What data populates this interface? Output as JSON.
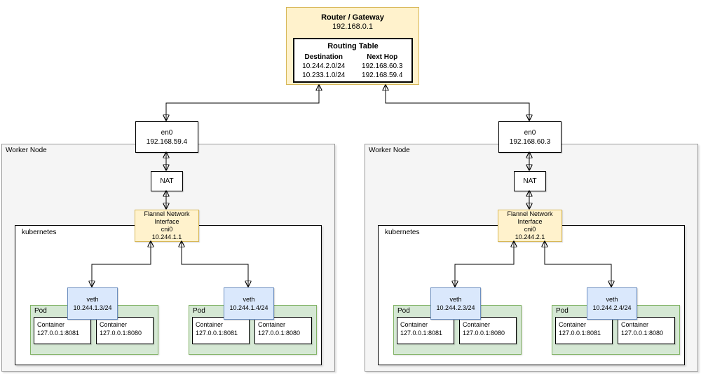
{
  "palette": {
    "yellow_fill": "#FFF2CC",
    "yellow_border": "#D6B656",
    "blue_fill": "#DAE8FC",
    "blue_border": "#6C8EBF",
    "green_fill": "#D5E8D4",
    "green_border": "#82B366",
    "node_fill": "#F5F5F5",
    "node_border": "#999999",
    "box_fill": "#FFFFFF",
    "box_border": "#000000"
  },
  "router": {
    "title": "Router / Gateway",
    "ip": "192.168.0.1",
    "routing_table": {
      "title": "Routing Table",
      "columns": [
        "Destination",
        "Next Hop"
      ],
      "rows": [
        [
          "10.244.2.0/24",
          "192.168.60.3"
        ],
        [
          "10.233.1.0/24",
          "192.168.59.4"
        ]
      ]
    }
  },
  "nodes": [
    {
      "label": "Worker Node",
      "en0": {
        "name": "en0",
        "ip": "192.168.59.4"
      },
      "nat_label": "NAT",
      "flannel": {
        "name": "Flannel Network Interface",
        "dev": "cni0",
        "ip": "10.244.1.1"
      },
      "cluster_label": "kubernetes",
      "pods": [
        {
          "label": "Pod",
          "veth": {
            "name": "veth",
            "cidr": "10.244.1.3/24"
          },
          "containers": [
            {
              "label": "Container",
              "addr": "127.0.0.1:8081"
            },
            {
              "label": "Container",
              "addr": "127.0.0.1:8080"
            }
          ]
        },
        {
          "label": "Pod",
          "veth": {
            "name": "veth",
            "cidr": "10.244.1.4/24"
          },
          "containers": [
            {
              "label": "Container",
              "addr": "127.0.0.1:8081"
            },
            {
              "label": "Container",
              "addr": "127.0.0.1:8080"
            }
          ]
        }
      ]
    },
    {
      "label": "Worker Node",
      "en0": {
        "name": "en0",
        "ip": "192.168.60.3"
      },
      "nat_label": "NAT",
      "flannel": {
        "name": "Flannel Network Interface",
        "dev": "cni0",
        "ip": "10.244.2.1"
      },
      "cluster_label": "kubernetes",
      "pods": [
        {
          "label": "Pod",
          "veth": {
            "name": "veth",
            "cidr": "10.244.2.3/24"
          },
          "containers": [
            {
              "label": "Container",
              "addr": "127.0.0.1:8081"
            },
            {
              "label": "Container",
              "addr": "127.0.0.1:8080"
            }
          ]
        },
        {
          "label": "Pod",
          "veth": {
            "name": "veth",
            "cidr": "10.244.2.4/24"
          },
          "containers": [
            {
              "label": "Container",
              "addr": "127.0.0.1:8081"
            },
            {
              "label": "Container",
              "addr": "127.0.0.1:8080"
            }
          ]
        }
      ]
    }
  ]
}
